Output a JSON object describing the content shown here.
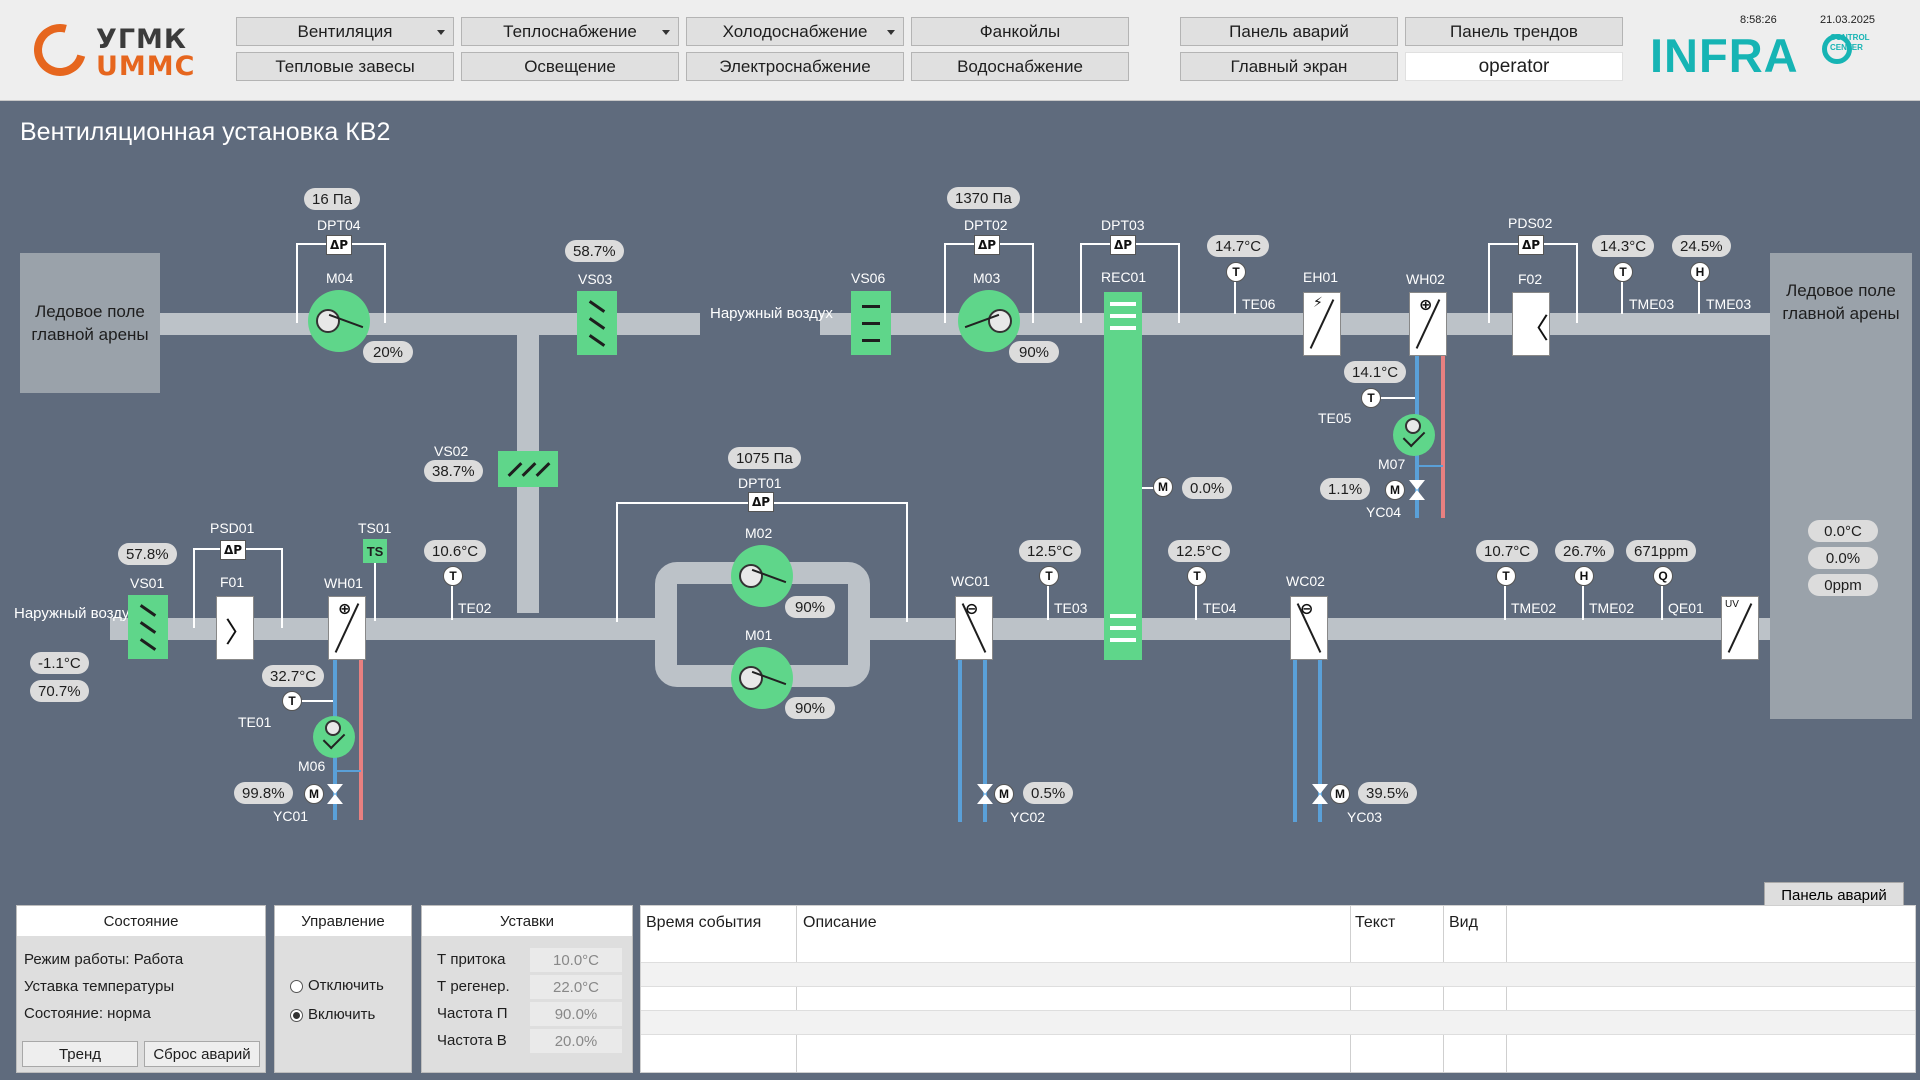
{
  "header": {
    "logo_line1": "УГМК",
    "logo_line2": "UMMC",
    "nav": {
      "ventilation": "Вентиляция",
      "heating": "Теплоснабжение",
      "cooling": "Холодоснабжение",
      "fancoils": "Фанкойлы",
      "thermal_curtains": "Тепловые завесы",
      "lighting": "Освещение",
      "power": "Электроснабжение",
      "water": "Водоснабжение",
      "alarm_panel": "Панель аварий",
      "trend_panel": "Панель трендов",
      "main_screen": "Главный экран",
      "user": "operator"
    },
    "time": "8:58:26",
    "date": "21.03.2025",
    "brand": "INFRA",
    "brand_sub1": "CONTROL",
    "brand_sub2": "CENTER"
  },
  "page_title": "Вентиляционная установка КВ2",
  "scheme": {
    "room_left": "Ледовое поле главной арены",
    "room_right": "Ледовое поле главной арены",
    "outside_air": "Наружный воздух",
    "outside_air_2": "Наружный воздух",
    "dpt04": "DPT04",
    "dpt04_val": "16 Па",
    "m04": "M04",
    "m04_val": "20%",
    "vs03": "VS03",
    "vs03_val": "58.7%",
    "vs06": "VS06",
    "dpt02": "DPT02",
    "dpt02_val": "1370 Па",
    "m03": "M03",
    "m03_val": "90%",
    "dpt03": "DPT03",
    "rec01": "REC01",
    "rec_m": "M",
    "rec_val": "0.0%",
    "te06": "TE06",
    "te06_val": "14.7°C",
    "eh01": "EH01",
    "wh02": "WH02",
    "te05": "TE05",
    "te05_val": "14.1°C",
    "m07": "M07",
    "yc04": "YC04",
    "yc04_val": "1.1%",
    "pds02": "PDS02",
    "f02": "F02",
    "tme03a": "TME03",
    "tme03a_val": "14.3°C",
    "tme03b": "TME03",
    "tme03b_val": "24.5%",
    "vs02": "VS02",
    "vs02_val": "38.7%",
    "dpt01": "DPT01",
    "dpt01_val": "1075 Па",
    "m02": "M02",
    "m02_val": "90%",
    "m01": "M01",
    "m01_val": "90%",
    "vs01": "VS01",
    "vs01_val": "57.8%",
    "psd01": "PSD01",
    "f01": "F01",
    "ts01": "TS01",
    "ts_sym": "TS",
    "wh01": "WH01",
    "te02": "TE02",
    "te02_val": "10.6°C",
    "te01": "TE01",
    "te01_val": "32.7°C",
    "m06": "M06",
    "yc01": "YC01",
    "yc01_val": "99.8%",
    "outdoor_temp": "-1.1°C",
    "outdoor_hum": "70.7%",
    "wc01": "WC01",
    "te03": "TE03",
    "te03_val": "12.5°C",
    "yc02": "YC02",
    "yc02_val": "0.5%",
    "te04": "TE04",
    "te04_val": "12.5°C",
    "wc02": "WC02",
    "yc03": "YC03",
    "yc03_val": "39.5%",
    "tme02a": "TME02",
    "tme02a_val": "10.7°C",
    "tme02b": "TME02",
    "tme02b_val": "26.7%",
    "qe01": "QE01",
    "qe01_val": "671ppm",
    "uv": "UV",
    "room_t": "0.0°C",
    "room_h": "0.0%",
    "room_q": "0ppm",
    "sym_t": "T",
    "sym_h": "H",
    "sym_q": "Q",
    "sym_m": "M",
    "sym_dp": "ΔP"
  },
  "bottom": {
    "alarm_button": "Панель аварий",
    "state": {
      "title": "Состояние",
      "mode": "Режим работы: Работа",
      "setpoint": "Уставка температуры",
      "status": "Состояние: норма",
      "trend_btn": "Тренд",
      "reset_btn": "Сброс аварий"
    },
    "control": {
      "title": "Управление",
      "off": "Отключить",
      "on": "Включить"
    },
    "setpoints": {
      "title": "Уставки",
      "rows": [
        {
          "label": "Т притока",
          "value": "10.0°C"
        },
        {
          "label": "Т регенер.",
          "value": "22.0°C"
        },
        {
          "label": "Частота П",
          "value": "90.0%"
        },
        {
          "label": "Частота В",
          "value": "20.0%"
        }
      ]
    },
    "events": {
      "col_time": "Время события",
      "col_desc": "Описание",
      "col_text": "Текст",
      "col_kind": "Вид"
    }
  }
}
